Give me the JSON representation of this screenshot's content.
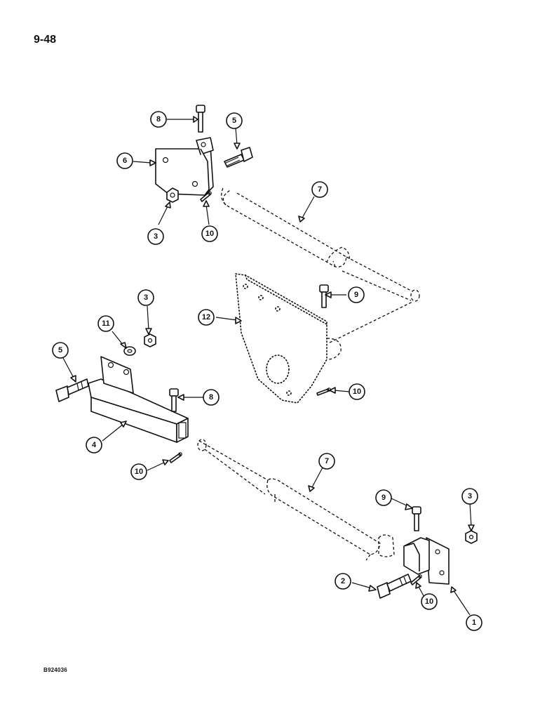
{
  "page": {
    "number": "9-48",
    "figure_code": "B924036"
  },
  "diagram": {
    "callouts": [
      {
        "id": "c-top-8",
        "label": "8"
      },
      {
        "id": "c-top-5",
        "label": "5"
      },
      {
        "id": "c-top-6",
        "label": "6"
      },
      {
        "id": "c-top-7",
        "label": "7"
      },
      {
        "id": "c-top-3",
        "label": "3"
      },
      {
        "id": "c-top-10",
        "label": "10"
      },
      {
        "id": "c-mid-9",
        "label": "9"
      },
      {
        "id": "c-mid-12",
        "label": "12"
      },
      {
        "id": "c-mid-3",
        "label": "3"
      },
      {
        "id": "c-mid-11",
        "label": "11"
      },
      {
        "id": "c-mid-5",
        "label": "5"
      },
      {
        "id": "c-mid-8",
        "label": "8"
      },
      {
        "id": "c-mid-10",
        "label": "10"
      },
      {
        "id": "c-mid-4",
        "label": "4"
      },
      {
        "id": "c-low-10",
        "label": "10"
      },
      {
        "id": "c-low-7",
        "label": "7"
      },
      {
        "id": "c-low-9",
        "label": "9"
      },
      {
        "id": "c-low-3",
        "label": "3"
      },
      {
        "id": "c-low-2",
        "label": "2"
      },
      {
        "id": "c-low-10b",
        "label": "10"
      },
      {
        "id": "c-low-1",
        "label": "1"
      }
    ]
  }
}
